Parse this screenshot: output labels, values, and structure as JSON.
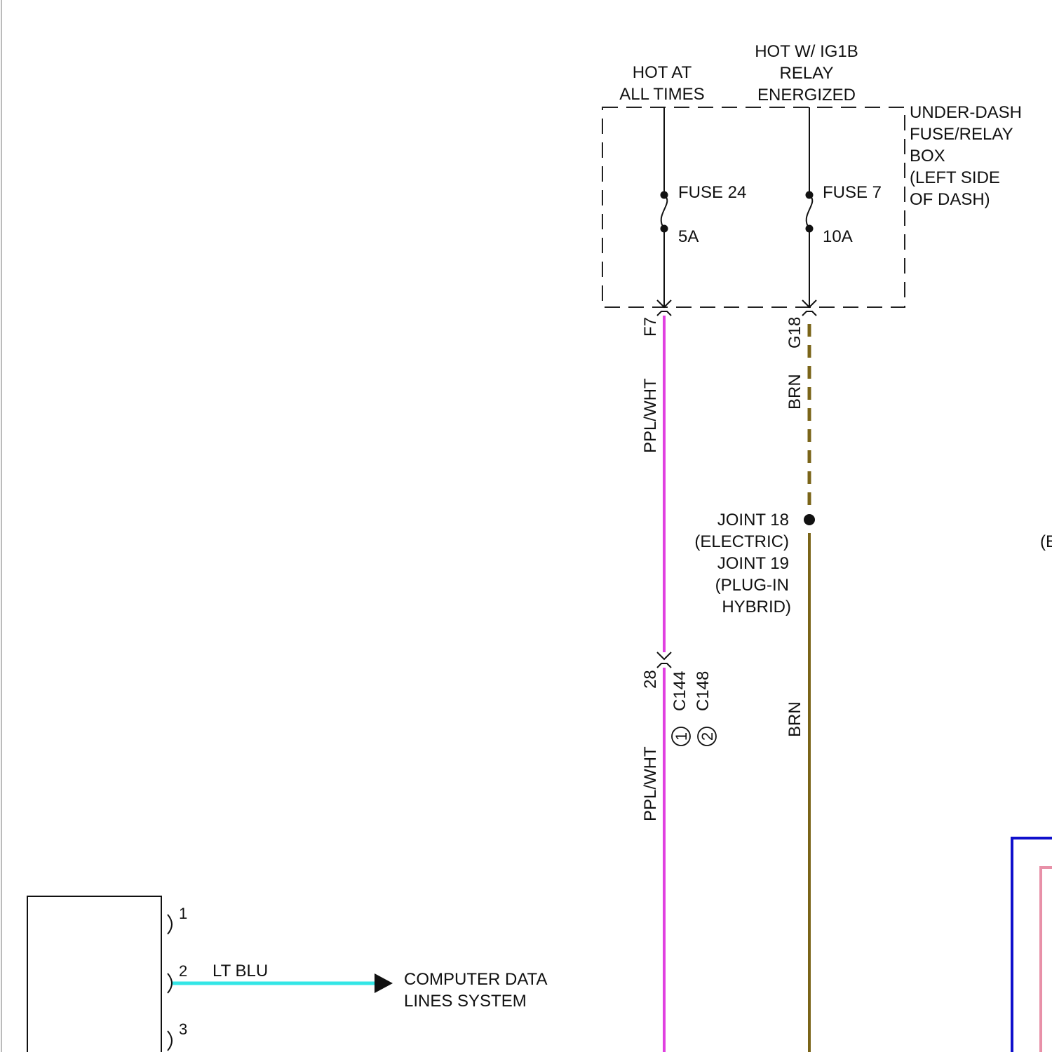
{
  "header": {
    "hot_at_all_times": [
      "HOT AT",
      "ALL TIMES"
    ],
    "hot_ig1b": [
      "HOT W/ IG1B",
      "RELAY",
      "ENERGIZED"
    ]
  },
  "fuse_box": {
    "label_lines": [
      "UNDER-DASH",
      "FUSE/RELAY",
      "BOX",
      "(LEFT SIDE",
      "OF DASH)"
    ],
    "fuses": [
      {
        "name": "FUSE 24",
        "rating": "5A",
        "pin": "F7"
      },
      {
        "name": "FUSE 7",
        "rating": "10A",
        "pin": "G18"
      }
    ]
  },
  "wires": {
    "ppl_wht": {
      "color_name": "PPL/WHT",
      "color": "#e040e0"
    },
    "brn": {
      "color_name": "BRN",
      "color": "#7a6418"
    },
    "lt_blu": {
      "color_name": "LT BLU",
      "color": "#33e6e6"
    },
    "blue_frame_color": "#1010cc",
    "pink_frame_color": "#e890a8"
  },
  "joint": {
    "lines": [
      "JOINT 18",
      "(ELECTRIC)",
      "JOINT 19",
      "(PLUG-IN",
      "HYBRID)"
    ]
  },
  "connector": {
    "pin": "28",
    "names": [
      {
        "variant": "1",
        "name": "C144"
      },
      {
        "variant": "2",
        "name": "C148"
      }
    ]
  },
  "module": {
    "pins": [
      "1",
      "2",
      "3"
    ]
  },
  "destination": {
    "lines": [
      "COMPUTER DATA",
      "LINES SYSTEM"
    ]
  },
  "edge_fragment": "(E"
}
